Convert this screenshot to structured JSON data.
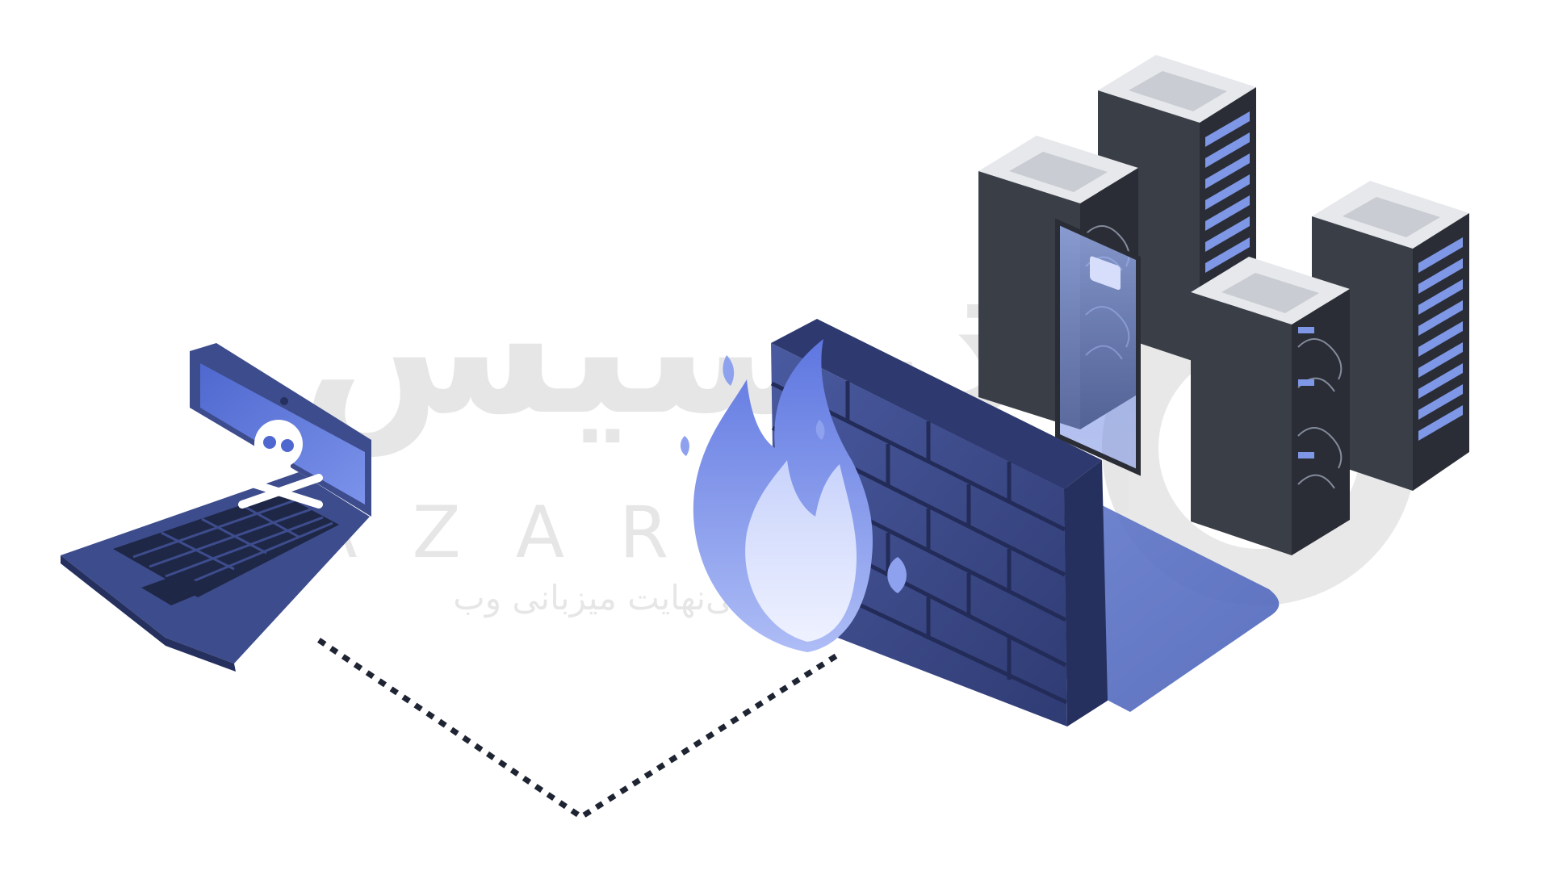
{
  "scene": {
    "background": "#ffffff",
    "icons": {
      "laptop": "skull-laptop-icon",
      "firewall": "firewall-wall-icon",
      "flame": "flame-icon",
      "servers": "server-rack-icon"
    }
  },
  "watermark": {
    "brand_fa": "آذرسیس",
    "brand_latin": "A Z A R S Y S",
    "tagline_fa": "سرعت بی‌نهایت میزبانی وب"
  },
  "colors": {
    "laptop_body": "#3d4c8c",
    "laptop_screen": "#5b73d6",
    "wall_face": "#3c4a86",
    "wall_top": "#2e3a6f",
    "flame_outer": "#6f86e8",
    "flame_inner": "#aab9f4",
    "rack_dark": "#3a3e47",
    "rack_side": "#2a2d35",
    "rack_led": "#7e97e6",
    "rack_top": "#e6e8ec",
    "dotted_line": "#1f2433"
  }
}
